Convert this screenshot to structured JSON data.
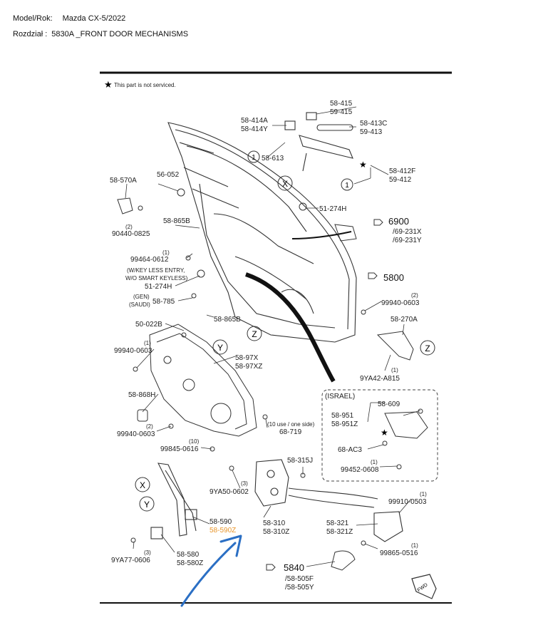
{
  "header": {
    "model_label": "Model/Rok:",
    "model_value": "Mazda CX-5/2022",
    "section_label": "Rozdział :",
    "section_value": "5830A _FRONT DOOR MECHANISMS"
  },
  "diagram": {
    "note": "This part is not serviced.",
    "refs": {
      "X": "X",
      "Y": "Y",
      "Z": "Z",
      "one": "1",
      "fwd": "FWD"
    },
    "labels": {
      "p58_415": "58-415",
      "p59_415": "59-415",
      "p58_414A": "58-414A",
      "p58_414Y": "58-414Y",
      "p58_413C": "58-413C",
      "p59_413": "59-413",
      "p58_613": "58-613",
      "p58_412F": "58-412F",
      "p59_412": "59-412",
      "p58_570A": "58-570A",
      "p56_052": "56-052",
      "q2a": "(2)",
      "p90440": "90440-0825",
      "p58_865B_a": "58-865B",
      "q1a": "(1)",
      "p99464": "99464-0612",
      "p51_274H_a": "51-274H",
      "p6900": "6900",
      "p69_231X": "/69-231X",
      "p69_231Y": "/69-231Y",
      "keyless1": "(W/KEY LESS ENTRY,",
      "keyless2": "W/O SMART KEYLESS)",
      "p51_274H_b": "51-274H",
      "p5800": "5800",
      "q2b": "(2)",
      "p99940_a": "99940-0603",
      "gen": "(GEN)",
      "saudi": "(SAUDI)",
      "p58_785": "58-785",
      "p58_865B_b": "58-865B",
      "p58_270A": "58-270A",
      "p50_022B": "50-022B",
      "q1b": "(1)",
      "p99940_b": "99940-0603",
      "p58_97X": "58-97X",
      "p58_97XZ": "58-97XZ",
      "q1c": "(1)",
      "p9YA42": "9YA42-A815",
      "israel": "(ISRAEL)",
      "p58_609": "58-609",
      "p58_951": "58-951",
      "p58_951Z": "58-951Z",
      "p68_AC3": "68-AC3",
      "q1d": "(1)",
      "p99452": "99452-0608",
      "p58_868H": "58-868H",
      "q2c": "(2)",
      "p99940_c": "99940-0603",
      "side_use": "(10 use / one side)",
      "p68_719": "68-719",
      "q10": "(10)",
      "p99845": "99845-0616",
      "p58_315J": "58-315J",
      "q3a": "(3)",
      "p9YA50": "9YA50-0602",
      "q1e": "(1)",
      "p99910": "99910-0503",
      "p58_590": "58-590",
      "p58_590Z": "58-590Z",
      "p58_310": "58-310",
      "p58_310Z": "58-310Z",
      "p58_321": "58-321",
      "p58_321Z": "58-321Z",
      "q3b": "(3)",
      "p58_580": "58-580",
      "p58_580Z": "58-580Z",
      "p9YA77": "9YA77-0606",
      "q1f": "(1)",
      "p99865": "99865-0516",
      "p5840": "5840",
      "p58_505F": "/58-505F",
      "p58_505Y": "/58-505Y"
    }
  },
  "colors": {
    "highlight": "#e8962c",
    "arrow": "#2b6fc4",
    "line": "#222222"
  }
}
